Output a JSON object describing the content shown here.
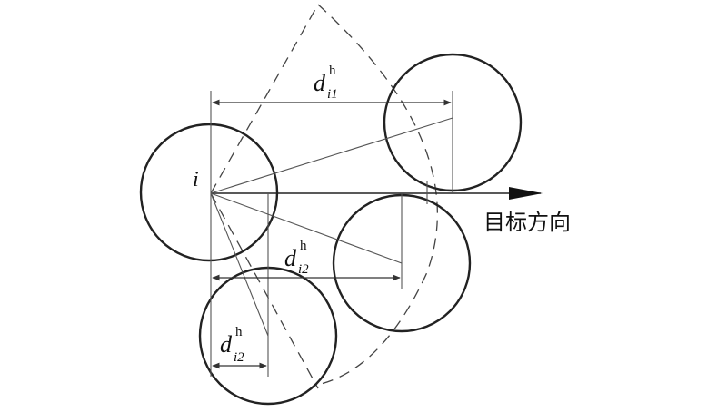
{
  "diagram": {
    "origin_label": "i",
    "direction_label": "目标方向",
    "dim_top": {
      "base": "d",
      "sup": "h",
      "sub": "i1"
    },
    "dim_mid": {
      "base": "d",
      "sup": "h",
      "sub": "i2"
    },
    "dim_low": {
      "base": "d",
      "sup": "h",
      "sub": "i2"
    },
    "colors": {
      "line": "#555555",
      "circle": "#222222",
      "text": "#111111"
    }
  }
}
